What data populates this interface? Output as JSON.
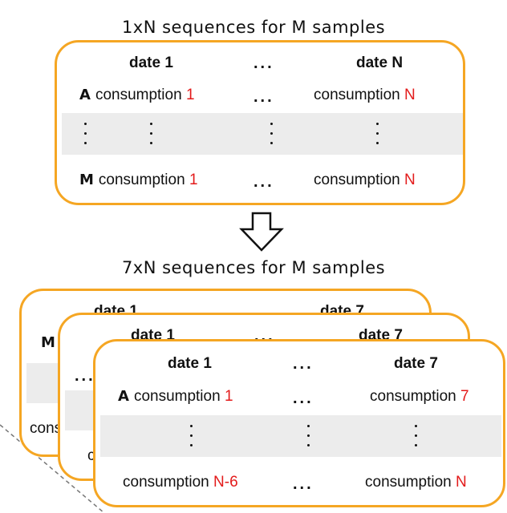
{
  "caption_top": "1xN sequences for M samples",
  "caption_mid": "7xN sequences for M samples",
  "top_table": {
    "col1": "date 1",
    "col_dots": "...",
    "colN": "date N",
    "row_a_label": "A",
    "row_m_label": "M",
    "consumption_word": "consumption",
    "first_index": "1",
    "last_index": "N"
  },
  "stack_cards": {
    "col1": "date 1",
    "col_dots": "...",
    "col7": "date 7",
    "row_a_label": "A",
    "row_m_label": "M",
    "consumption_word": "consumption",
    "first_index": "1",
    "week_index": "7",
    "bottom_first_index": "N-6",
    "bottom_last_index": "N"
  },
  "colors": {
    "card_border": "#f5a623",
    "highlight_red": "#e31b1b",
    "band_gray": "#ececec"
  }
}
